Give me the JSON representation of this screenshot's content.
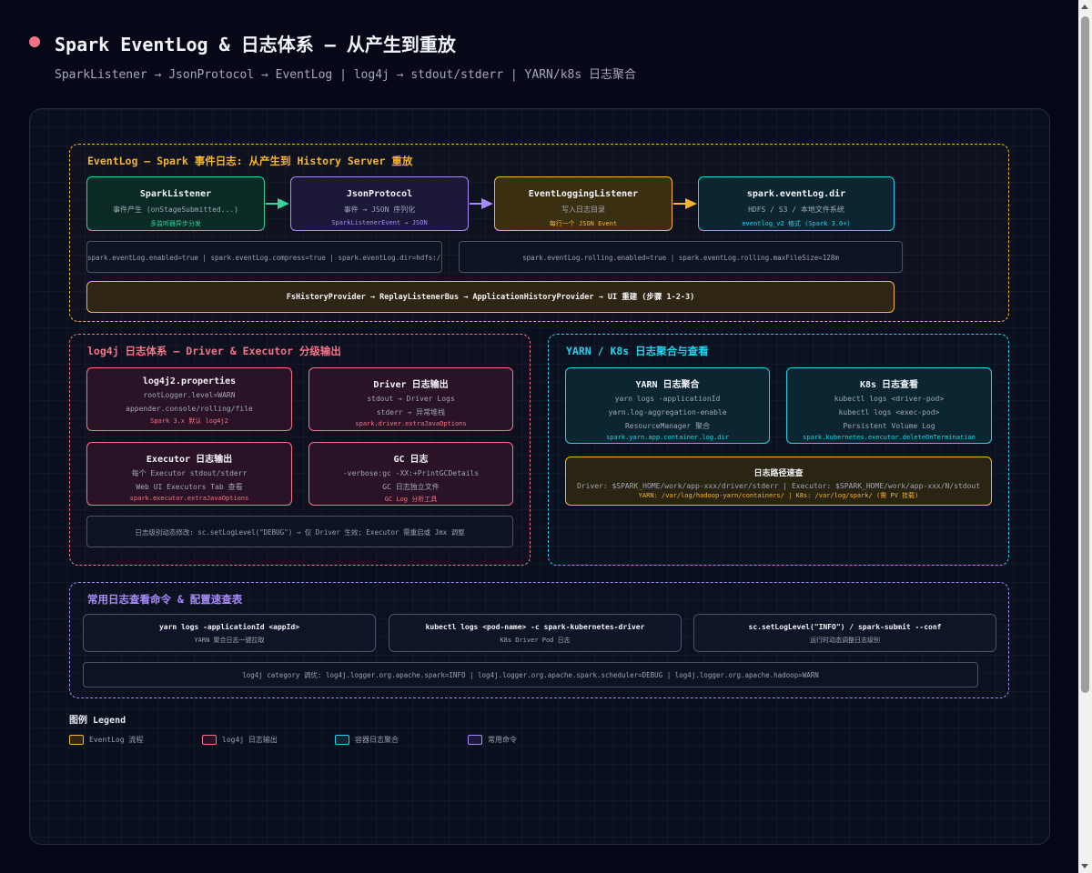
{
  "header": {
    "title": "Spark EventLog & 日志体系 — 从产生到重放",
    "subtitle": "SparkListener → JsonProtocol → EventLog | log4j → stdout/stderr | YARN/k8s 日志聚合"
  },
  "colors": {
    "eventlog": "#f5b52e",
    "log4j": "#f47487",
    "container": "#22d3ee",
    "commands": "#a78bfa",
    "listener": "#34d399",
    "json": "#a78bfa"
  },
  "eventlog": {
    "title": "EventLog — Spark 事件日志: 从产生到 History Server 重放",
    "nodes": [
      {
        "title": "SparkListener",
        "desc": "事件产生 (onStageSubmitted...)",
        "note": "多监听器异步分发"
      },
      {
        "title": "JsonProtocol",
        "desc": "事件 → JSON 序列化",
        "note": "SparkListenerEvent → JSON"
      },
      {
        "title": "EventLoggingListener",
        "desc": "写入日志目录",
        "note": "每行一个 JSON Event"
      },
      {
        "title": "spark.eventLog.dir",
        "desc": "HDFS / S3 / 本地文件系统",
        "note": "eventlog_v2 格式 (Spark 3.0+)"
      }
    ],
    "config1": "spark.eventLog.enabled=true | spark.eventLog.compress=true | spark.eventLog.dir=hdfs://...",
    "config2": "spark.eventLog.rolling.enabled=true | spark.eventLog.rolling.maxFileSize=128m",
    "replay": "FsHistoryProvider → ReplayListenerBus → ApplicationHistoryProvider → UI 重建 (步骤 1-2-3)"
  },
  "log4j": {
    "title": "log4j 日志体系 — Driver & Executor 分级输出",
    "cards": [
      {
        "title": "log4j2.properties",
        "line1": "rootLogger.level=WARN",
        "line2": "appender.console/rolling/file",
        "note": "Spark 3.x 默认 log4j2"
      },
      {
        "title": "Driver 日志输出",
        "line1": "stdout → Driver Logs",
        "line2": "stderr → 异常堆栈",
        "note": "spark.driver.extraJavaOptions"
      },
      {
        "title": "Executor 日志输出",
        "line1": "每个 Executor stdout/stderr",
        "line2": "Web UI Executors Tab 查看",
        "note": "spark.executor.extraJavaOptions"
      },
      {
        "title": "GC 日志",
        "line1": "-verbose:gc -XX:+PrintGCDetails",
        "line2": "GC 日志独立文件",
        "note": "GC Log 分析工具"
      }
    ],
    "footer": "日志级别动态修改: sc.setLogLevel(\"DEBUG\") → 仅 Driver 生效; Executor 需重启或 Jmx 调整"
  },
  "yarn": {
    "title": "YARN / K8s 日志聚合与查看",
    "cards": [
      {
        "title": "YARN 日志聚合",
        "line1": "yarn logs -applicationId",
        "line2": "yarn.log-aggregation-enable",
        "line3": "ResourceManager 聚合",
        "note": "spark.yarn.app.container.log.dir"
      },
      {
        "title": "K8s 日志查看",
        "line1": "kubectl logs <driver-pod>",
        "line2": "kubectl logs <exec-pod>",
        "line3": "Persistent Volume Log",
        "note": "spark.kubernetes.executor.deleteOnTermination"
      }
    ],
    "paths": {
      "title": "日志路径速查",
      "line": "Driver: $SPARK_HOME/work/app-xxx/driver/stderr | Executor: $SPARK_HOME/work/app-xxx/N/stdout",
      "note": "YARN: /var/log/hadoop-yarn/containers/ | K8s: /var/log/spark/ (需 PV 挂载)"
    }
  },
  "commands": {
    "title": "常用日志查看命令 & 配置速查表",
    "items": [
      {
        "cmd": "yarn logs -applicationId <appId>",
        "desc": "YARN 聚合日志一键拉取"
      },
      {
        "cmd": "kubectl logs <pod-name> -c spark-kubernetes-driver",
        "desc": "K8s Driver Pod 日志"
      },
      {
        "cmd": "sc.setLogLevel(\"INFO\") / spark-submit --conf",
        "desc": "运行时动态调整日志级别"
      }
    ],
    "category": "log4j category 调优: log4j.logger.org.apache.spark=INFO | log4j.logger.org.apache.spark.scheduler=DEBUG | log4j.logger.org.apache.hadoop=WARN"
  },
  "legend": {
    "title": "图例 Legend",
    "items": [
      {
        "label": "EventLog 流程",
        "color": "#f5b52e"
      },
      {
        "label": "log4j 日志输出",
        "color": "#f47487"
      },
      {
        "label": "容器日志聚合",
        "color": "#22d3ee"
      },
      {
        "label": "常用命令",
        "color": "#a78bfa"
      }
    ]
  }
}
